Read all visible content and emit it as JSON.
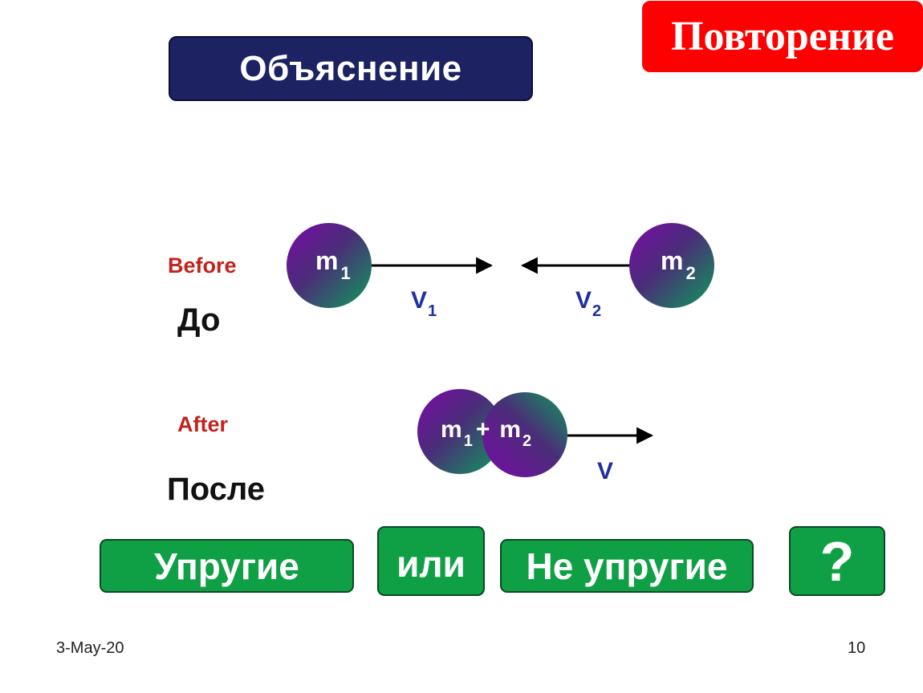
{
  "buttons": {
    "explain": "Объяснение",
    "repeat": "Повторение",
    "elastic": "Упругие",
    "or": "или",
    "inelastic": "Не упругие",
    "question": "?"
  },
  "labels": {
    "before_en": "Before",
    "before_ru": "До",
    "after_en": "After",
    "after_ru": "После"
  },
  "diagram": {
    "m1": "m",
    "m1_sub": "1",
    "m2": "m",
    "m2_sub": "2",
    "v1": "V",
    "v1_sub": "1",
    "v2": "V",
    "v2_sub": "2",
    "combined_m1": "m",
    "combined_m1_sub": "1",
    "combined_plus": "+",
    "combined_m2": "m",
    "combined_m2_sub": "2",
    "v": "V"
  },
  "footer": {
    "date": "3-May-20",
    "slide_number": "10"
  },
  "colors": {
    "explain_bg": "#1c2262",
    "repeat_bg": "#ff0000",
    "green_button": "#0fa046",
    "ball_purple": "#6a0d8f",
    "ball_green": "#0f8f57",
    "label_red": "#c0241c",
    "velocity_blue": "#1f2fa0"
  }
}
